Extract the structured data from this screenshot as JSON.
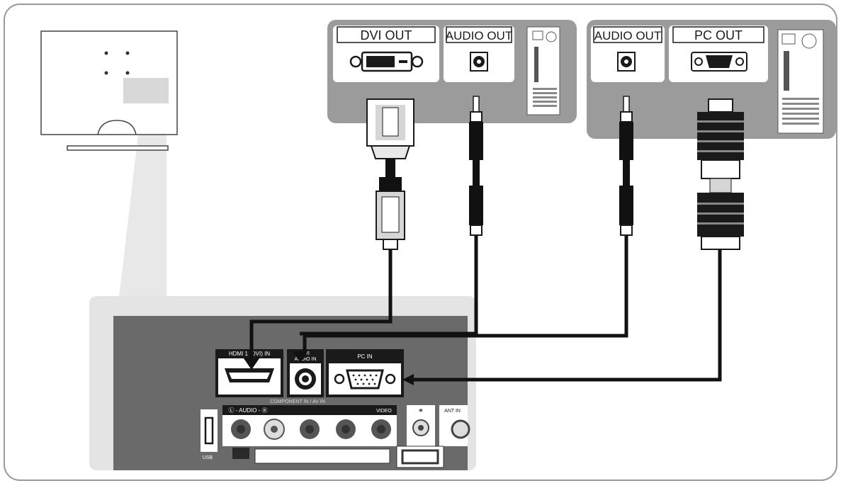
{
  "pc_left": {
    "dvi_out_label": "DVI OUT",
    "audio_out_label": "AUDIO OUT"
  },
  "pc_right": {
    "audio_out_label": "AUDIO OUT",
    "pc_out_label": "PC OUT"
  },
  "tv_panel": {
    "hdmi_label": "HDMI 1 (DVI) IN",
    "dvi_audio_label_1": "DVI",
    "dvi_audio_label_2": "AUDIO IN",
    "pc_in_label": "PC IN",
    "component_label": "COMPONENT IN / AV IN",
    "audio_label": "Ⓛ - AUDIO - Ⓡ",
    "video_label": "VIDEO",
    "ant_label": "ANT IN",
    "usb_label": "USB"
  },
  "colors": {
    "panel_bg": "#e4e4e4",
    "panel_dark": "#6a6a6a",
    "cable": "#111111",
    "label_bg": "#ffffff"
  }
}
